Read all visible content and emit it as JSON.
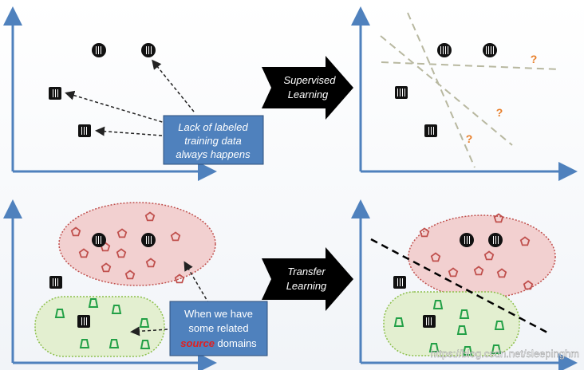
{
  "callout_top": {
    "line1": "Lack of labeled",
    "line2": "training data",
    "line3": "always happens"
  },
  "callout_bottom": {
    "line1": "When we have",
    "line2": "some related",
    "word_highlight": "source",
    "word_rest": " domains"
  },
  "arrow_top": {
    "line1": "Supervised",
    "line2": "Learning"
  },
  "arrow_bottom": {
    "line1": "Transfer",
    "line2": "Learning"
  },
  "question_mark": "?",
  "watermark": "https://blog.csdn.net/sleepinghm",
  "colors": {
    "axis": "#4f81bd",
    "callout_fill": "#4f81bd",
    "source_fill": "#f2d0d0",
    "source_stroke": "#c0504d",
    "target_fill": "#e3efd0",
    "target_stroke": "#8cbf4a",
    "pentagon": "#c0504d",
    "trapezoid": "#22a046",
    "question": "#e87f2a",
    "highlight": "#e02020"
  }
}
